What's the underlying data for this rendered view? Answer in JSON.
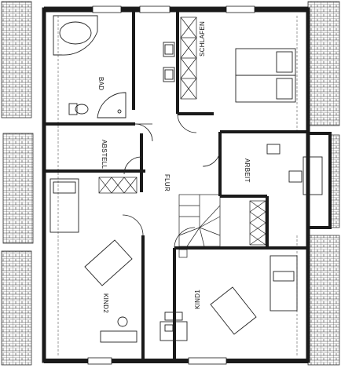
{
  "rooms": {
    "bad": "BAD",
    "schlafen": "SCHLAFEN",
    "abstell": "ABSTELL",
    "flur": "FLUR",
    "arbeit": "ARBEIT",
    "kind1": "KIND1",
    "kind2": "KIND2"
  },
  "colors": {
    "wall": "#1a1a1a",
    "wall_fill": "#ffffff",
    "roof_line": "#333333",
    "line": "#222222"
  },
  "icons": {
    "roof_tiles": "roof-tile-hatch",
    "bathtub": "corner-bathtub-icon",
    "shower": "shower-tray-icon",
    "toilet": "toilet-icon",
    "sink": "sink-icon",
    "bed": "bed-icon",
    "desk": "desk-icon",
    "chair": "chair-icon",
    "stairs": "spiral-stair-icon",
    "shelf": "shelf-cross-icon"
  }
}
